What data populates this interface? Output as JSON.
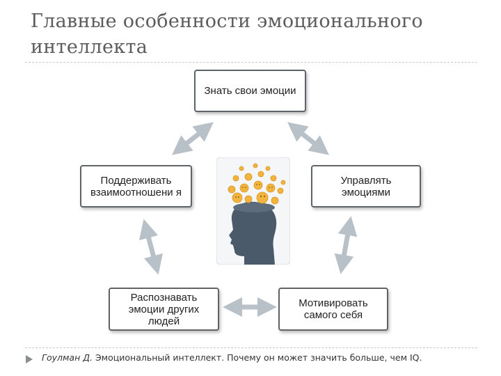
{
  "title": "Главные особенности эмоционального интеллекта",
  "nodes": {
    "know": "Знать свои эмоции",
    "manage": "Управлять эмоциями",
    "motivate": "Мотивировать самого себя",
    "recognize": "Распознавать эмоции других людей",
    "maintain": "Поддерживать взаимоотношени я"
  },
  "source": {
    "author": "Гоулман Д.",
    "text": " Эмоциональный интеллект. Почему он может значить больше, чем IQ."
  },
  "colors": {
    "arrow": "#b9c1c8",
    "box_border": "#5e6368",
    "head": "#4a5a6a",
    "emoji": "#f2b43c"
  }
}
